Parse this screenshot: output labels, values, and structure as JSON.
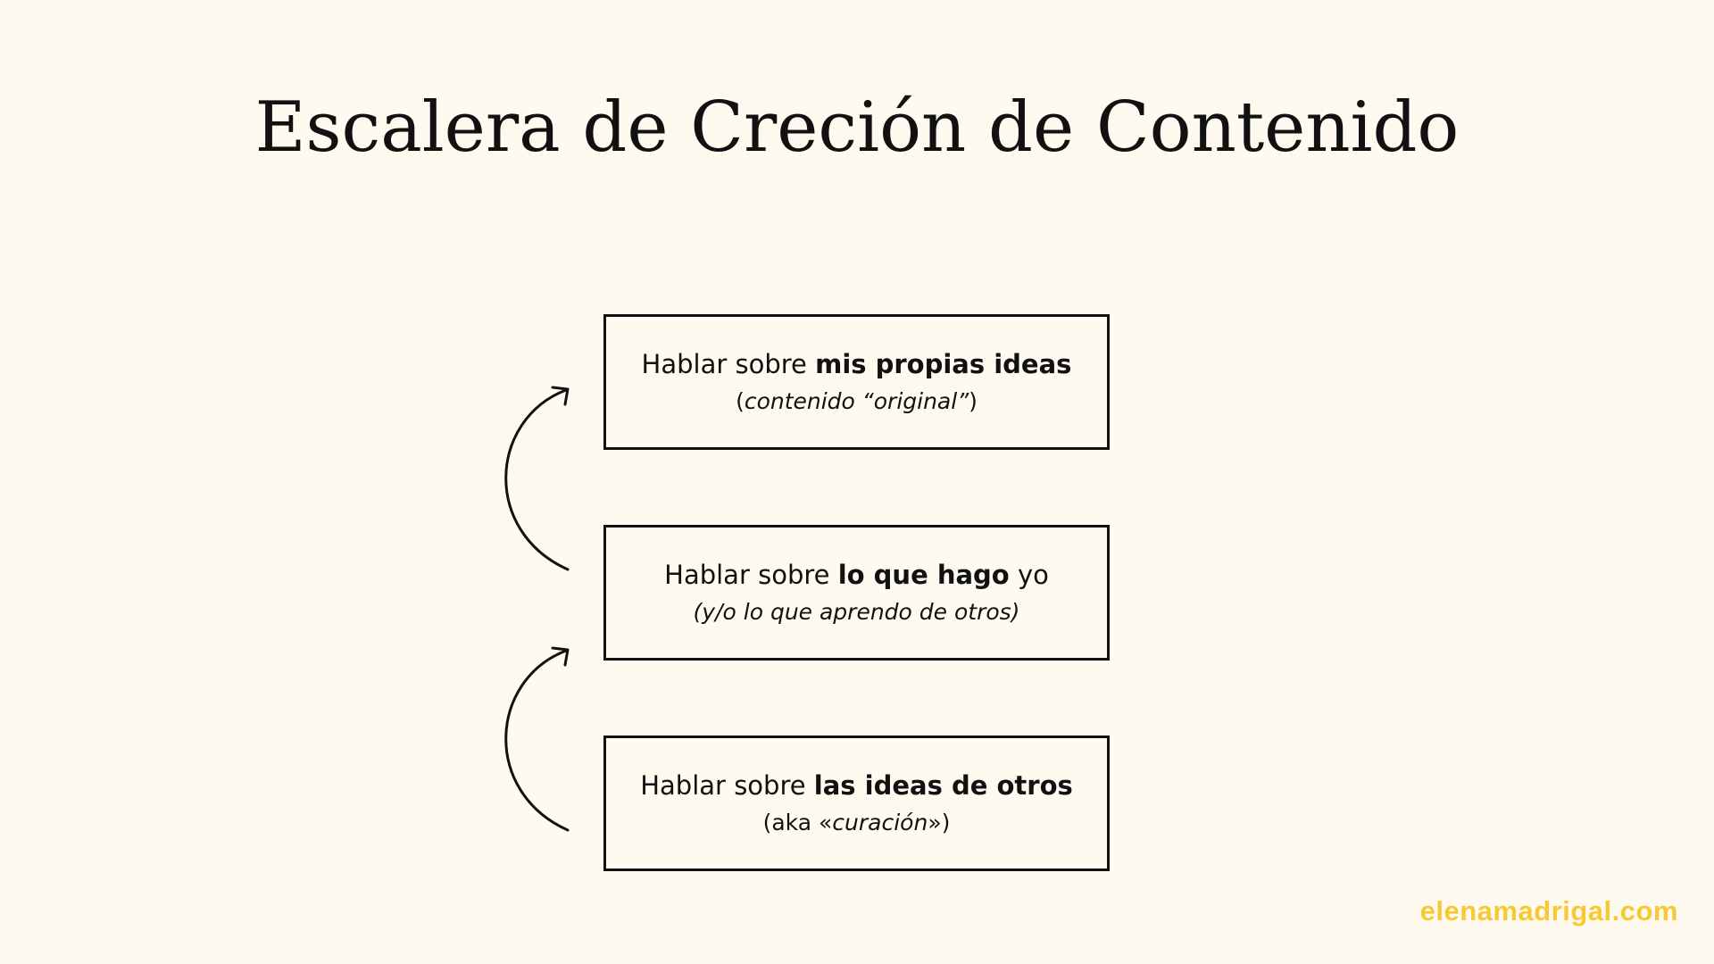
{
  "slide": {
    "title": "Escalera de Creción de Contenido",
    "brand": "elenamadrigal.com",
    "colors": {
      "background": "#fefaef",
      "ink": "#111111",
      "brand": "#f7c935"
    }
  },
  "steps": {
    "top": {
      "prefix": "Hablar sobre ",
      "bold": "mis propias ideas",
      "suffix": "",
      "note_open": "(",
      "note_italic": "contenido “original”",
      "note_close": ")"
    },
    "middle": {
      "prefix": "Hablar sobre ",
      "bold": "lo que hago",
      "suffix": " yo",
      "note_open": "",
      "note_italic": "(y/o lo que aprendo de otros)",
      "note_close": ""
    },
    "bottom": {
      "prefix": "Hablar sobre ",
      "bold": "las ideas de otros",
      "suffix": "",
      "note_open": "(aka «",
      "note_italic": "curación",
      "note_close": "»)"
    }
  },
  "connectors": [
    {
      "from": "bottom",
      "to": "middle",
      "icon": "curved-arrow-up-icon"
    },
    {
      "from": "middle",
      "to": "top",
      "icon": "curved-arrow-up-icon"
    }
  ]
}
